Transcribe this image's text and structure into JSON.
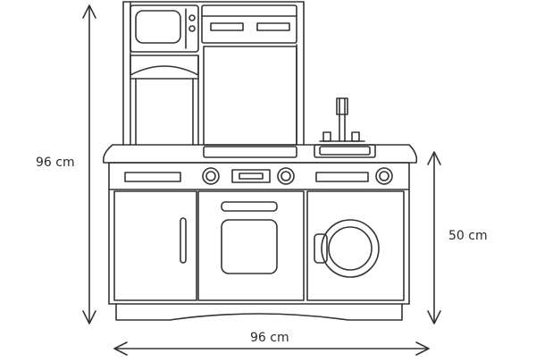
{
  "dimensions": {
    "height_label": "96 cm",
    "width_label": "96 cm",
    "counter_height_label": "50 cm"
  },
  "colors": {
    "line": "#333333",
    "fill": "#ffffff"
  }
}
